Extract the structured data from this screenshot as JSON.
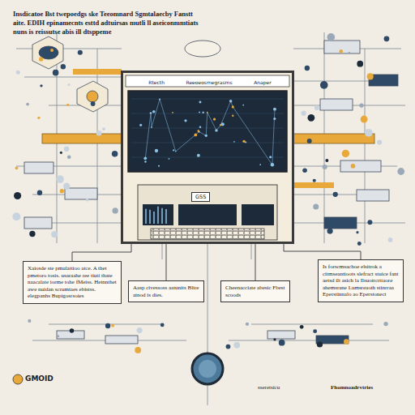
{
  "diagram": {
    "title": "Insdicatoe Bst twepoedgs ske Teeomnard Sgmtalaecby Fanstt aite. EDIH epinamecnts esttd adtuirsas mutli ll aseiconmmtiats nuns is reissutse abis ill dtsppeme",
    "nodes": [
      {
        "text": [
          "Rtecth",
          "Reeoeosmegrasms",
          "Anaper"
        ]
      },
      {
        "text": [
          "GSS"
        ],
        "in": 0
      },
      {
        "text": [
          "Xaiosde ste pmulattioo atce. A thet pmetoro tosis. usaraahe ree tiuti thate naacalate iorme tohe fMeiss. Hetnnthet awe nuidan scrumtaes ebistss. elegpanhs Bupigosrsoies"
        ]
      },
      {
        "text": [
          "Aasp civessoss aatunits Blire ainod is dies."
        ]
      },
      {
        "text": [
          "Cheenacciate abesic Fbest scoods"
        ]
      },
      {
        "text": [
          "Is forscmsachoe elsitrok a citmseantioots slefract stuice fant aetsd ilt asich la Ilsuotrcrttaore ahemsrane Lumsreaoth stinrraa Eperstinnalo ao Eperstonect"
        ]
      }
    ],
    "edges": [
      {
        "from": 0,
        "to": 2,
        "arrow": "none"
      },
      {
        "from": 0,
        "to": 3,
        "arrow": "none"
      },
      {
        "from": 0,
        "to": 4,
        "arrow": "none"
      },
      {
        "from": 0,
        "to": 5,
        "arrow": "none"
      }
    ],
    "labels": [
      "GMOID",
      "sseretsicu",
      "Fhomnoadrvtries"
    ]
  }
}
